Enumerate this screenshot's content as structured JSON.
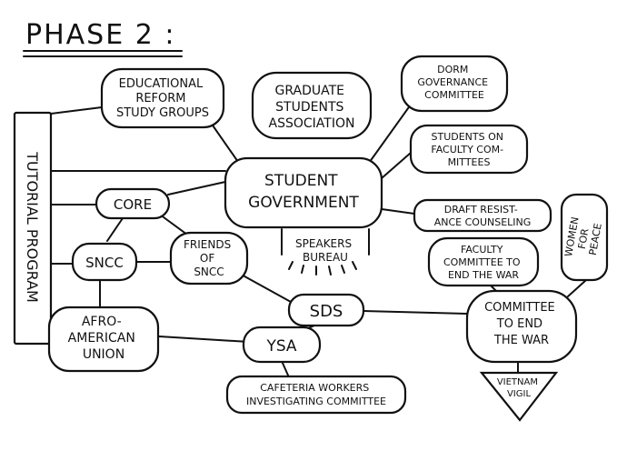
{
  "title": "PHASE 2 :",
  "nodes": {
    "educational_reform": [
      "EDUCATIONAL",
      "REFORM",
      "STUDY GROUPS"
    ],
    "graduate_students": [
      "GRADUATE",
      "STUDENTS",
      "ASSOCIATION"
    ],
    "dorm_governance": [
      "DORM",
      "GOVERNANCE",
      "COMMITTEE"
    ],
    "faculty_committees": [
      "STUDENTS ON",
      "FACULTY COM-",
      "MITTEES"
    ],
    "student_government": [
      "STUDENT",
      "GOVERNMENT"
    ],
    "draft_resistance": [
      "DRAFT RESIST-",
      "ANCE COUNSELING"
    ],
    "women_for_peace": [
      "WOMEN",
      "FOR",
      "PEACE"
    ],
    "tutorial_program": "TUTORIAL PROGRAM",
    "core": "CORE",
    "sncc": "SNCC",
    "friends_of_sncc": [
      "FRIENDS",
      "OF",
      "SNCC"
    ],
    "speakers_bureau": [
      "SPEAKERS",
      "BUREAU"
    ],
    "faculty_committee_end_war": [
      "FACULTY",
      "COMMITTEE TO",
      "END THE WAR"
    ],
    "sds": "SDS",
    "committee_end_war": [
      "COMMITTEE",
      "TO END",
      "THE WAR"
    ],
    "afro_american_union": [
      "AFRO-",
      "AMERICAN",
      "UNION"
    ],
    "ysa": "YSA",
    "cafeteria_workers": [
      "CAFETERIA WORKERS",
      "INVESTIGATING COMMITTEE"
    ],
    "vietnam_vigil": [
      "VIETNAM",
      "VIGIL"
    ]
  }
}
